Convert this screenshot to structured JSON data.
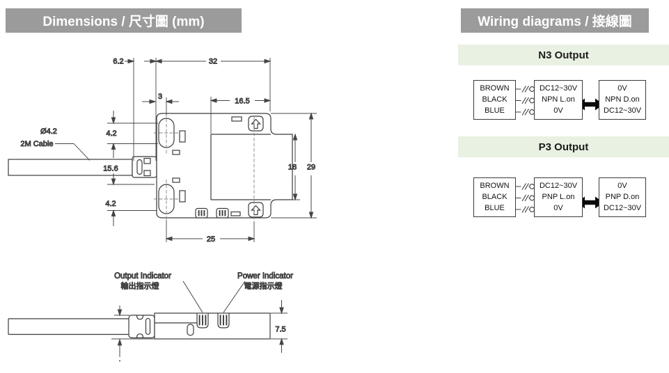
{
  "headers": {
    "dimensions": "Dimensions / 尺寸圖 (mm)",
    "wiring": "Wiring diagrams / 接線圖"
  },
  "colors": {
    "header_bg": "#9b9b9b",
    "header_text": "#ffffff",
    "section_bg": "#e9f1e2",
    "line": "#3b3b3b"
  },
  "dimensions_figure": {
    "connector_width": "6.2",
    "body_width": "32",
    "slot_offset": "3",
    "head_width": "16.5",
    "slot_top": "4.2",
    "cable_section": "15.6",
    "slot_bottom": "4.2",
    "inner_height": "18",
    "body_height": "29",
    "bottom_width": "25",
    "side_height": "7.5",
    "cable_diameter": "Ø4.2",
    "cable_label": "2M Cable",
    "output_indicator_en": "Output Indicator",
    "output_indicator_zh": "輸出指示燈",
    "power_indicator_en": "Power Indicator",
    "power_indicator_zh": "電源指示燈"
  },
  "wiring": {
    "n3": {
      "title": "N3 Output",
      "wires": [
        "BROWN",
        "BLACK",
        "BLUE"
      ],
      "terminals": [
        "DC12~30V",
        "NPN L.on",
        "0V"
      ],
      "load": [
        "0V",
        "NPN D.on",
        "DC12~30V"
      ]
    },
    "p3": {
      "title": "P3 Output",
      "wires": [
        "BROWN",
        "BLACK",
        "BLUE"
      ],
      "terminals": [
        "DC12~30V",
        "PNP L.on",
        "0V"
      ],
      "load": [
        "0V",
        "PNP D.on",
        "DC12~30V"
      ]
    }
  }
}
